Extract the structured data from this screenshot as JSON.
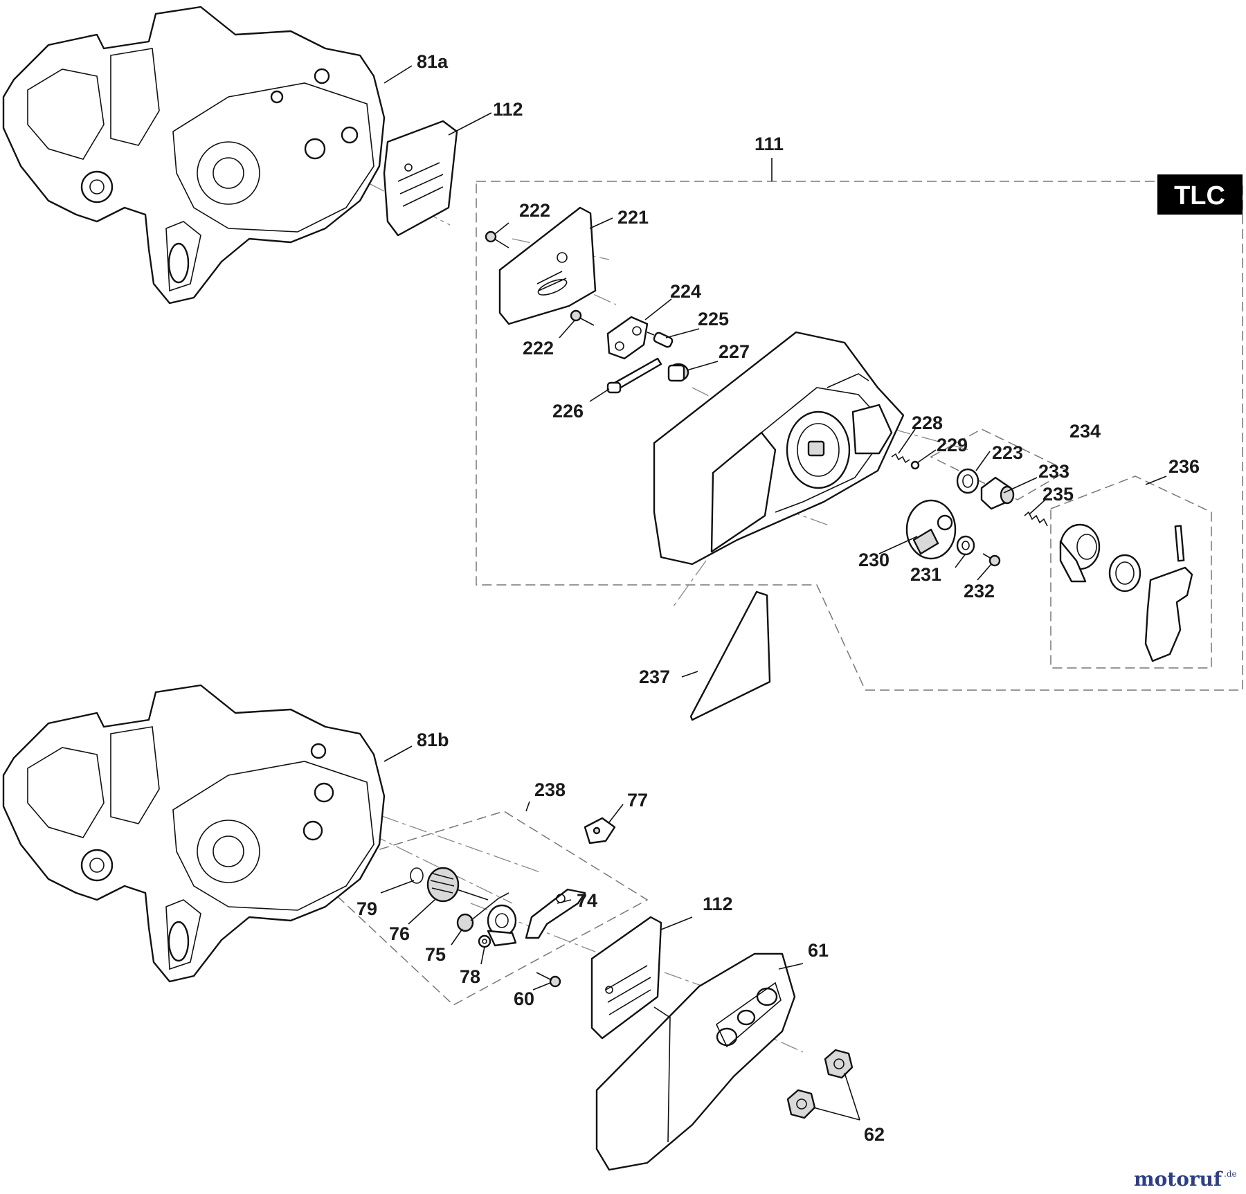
{
  "badge": {
    "text": "TLC"
  },
  "watermark": {
    "main": "motoruf",
    "suffix": ".de"
  },
  "labels": {
    "p81a": "81a",
    "p112a": "112",
    "p111": "111",
    "p222a": "222",
    "p221": "221",
    "p224": "224",
    "p225": "225",
    "p222b": "222",
    "p227": "227",
    "p226": "226",
    "p228": "228",
    "p229": "229",
    "p234": "234",
    "p223": "223",
    "p233": "233",
    "p235": "235",
    "p236": "236",
    "p230": "230",
    "p231": "231",
    "p232": "232",
    "p237": "237",
    "p81b": "81b",
    "p238": "238",
    "p77": "77",
    "p74": "74",
    "p79": "79",
    "p76": "76",
    "p75": "75",
    "p78": "78",
    "p112b": "112",
    "p60": "60",
    "p61": "61",
    "p62": "62"
  },
  "colors": {
    "line": "#111111",
    "dash": "#777777",
    "badge": "#000000",
    "logo": "#2c3e88"
  }
}
